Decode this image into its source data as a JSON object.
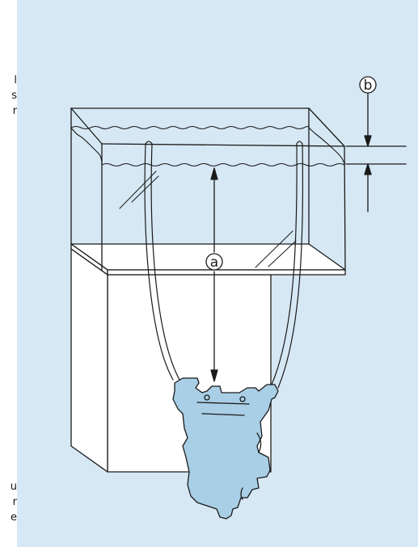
{
  "figure": {
    "edge_text_top": [
      "l",
      "s",
      "r"
    ],
    "edge_text_bottom": [
      "u",
      "r",
      "e"
    ],
    "callouts": {
      "a": "a",
      "b": "b"
    },
    "colors": {
      "panel_background": "#d6e8f4",
      "pump_fill": "#a9cfe6",
      "line": "#1a1a1a",
      "cabinet_fill": "#ffffff"
    }
  }
}
